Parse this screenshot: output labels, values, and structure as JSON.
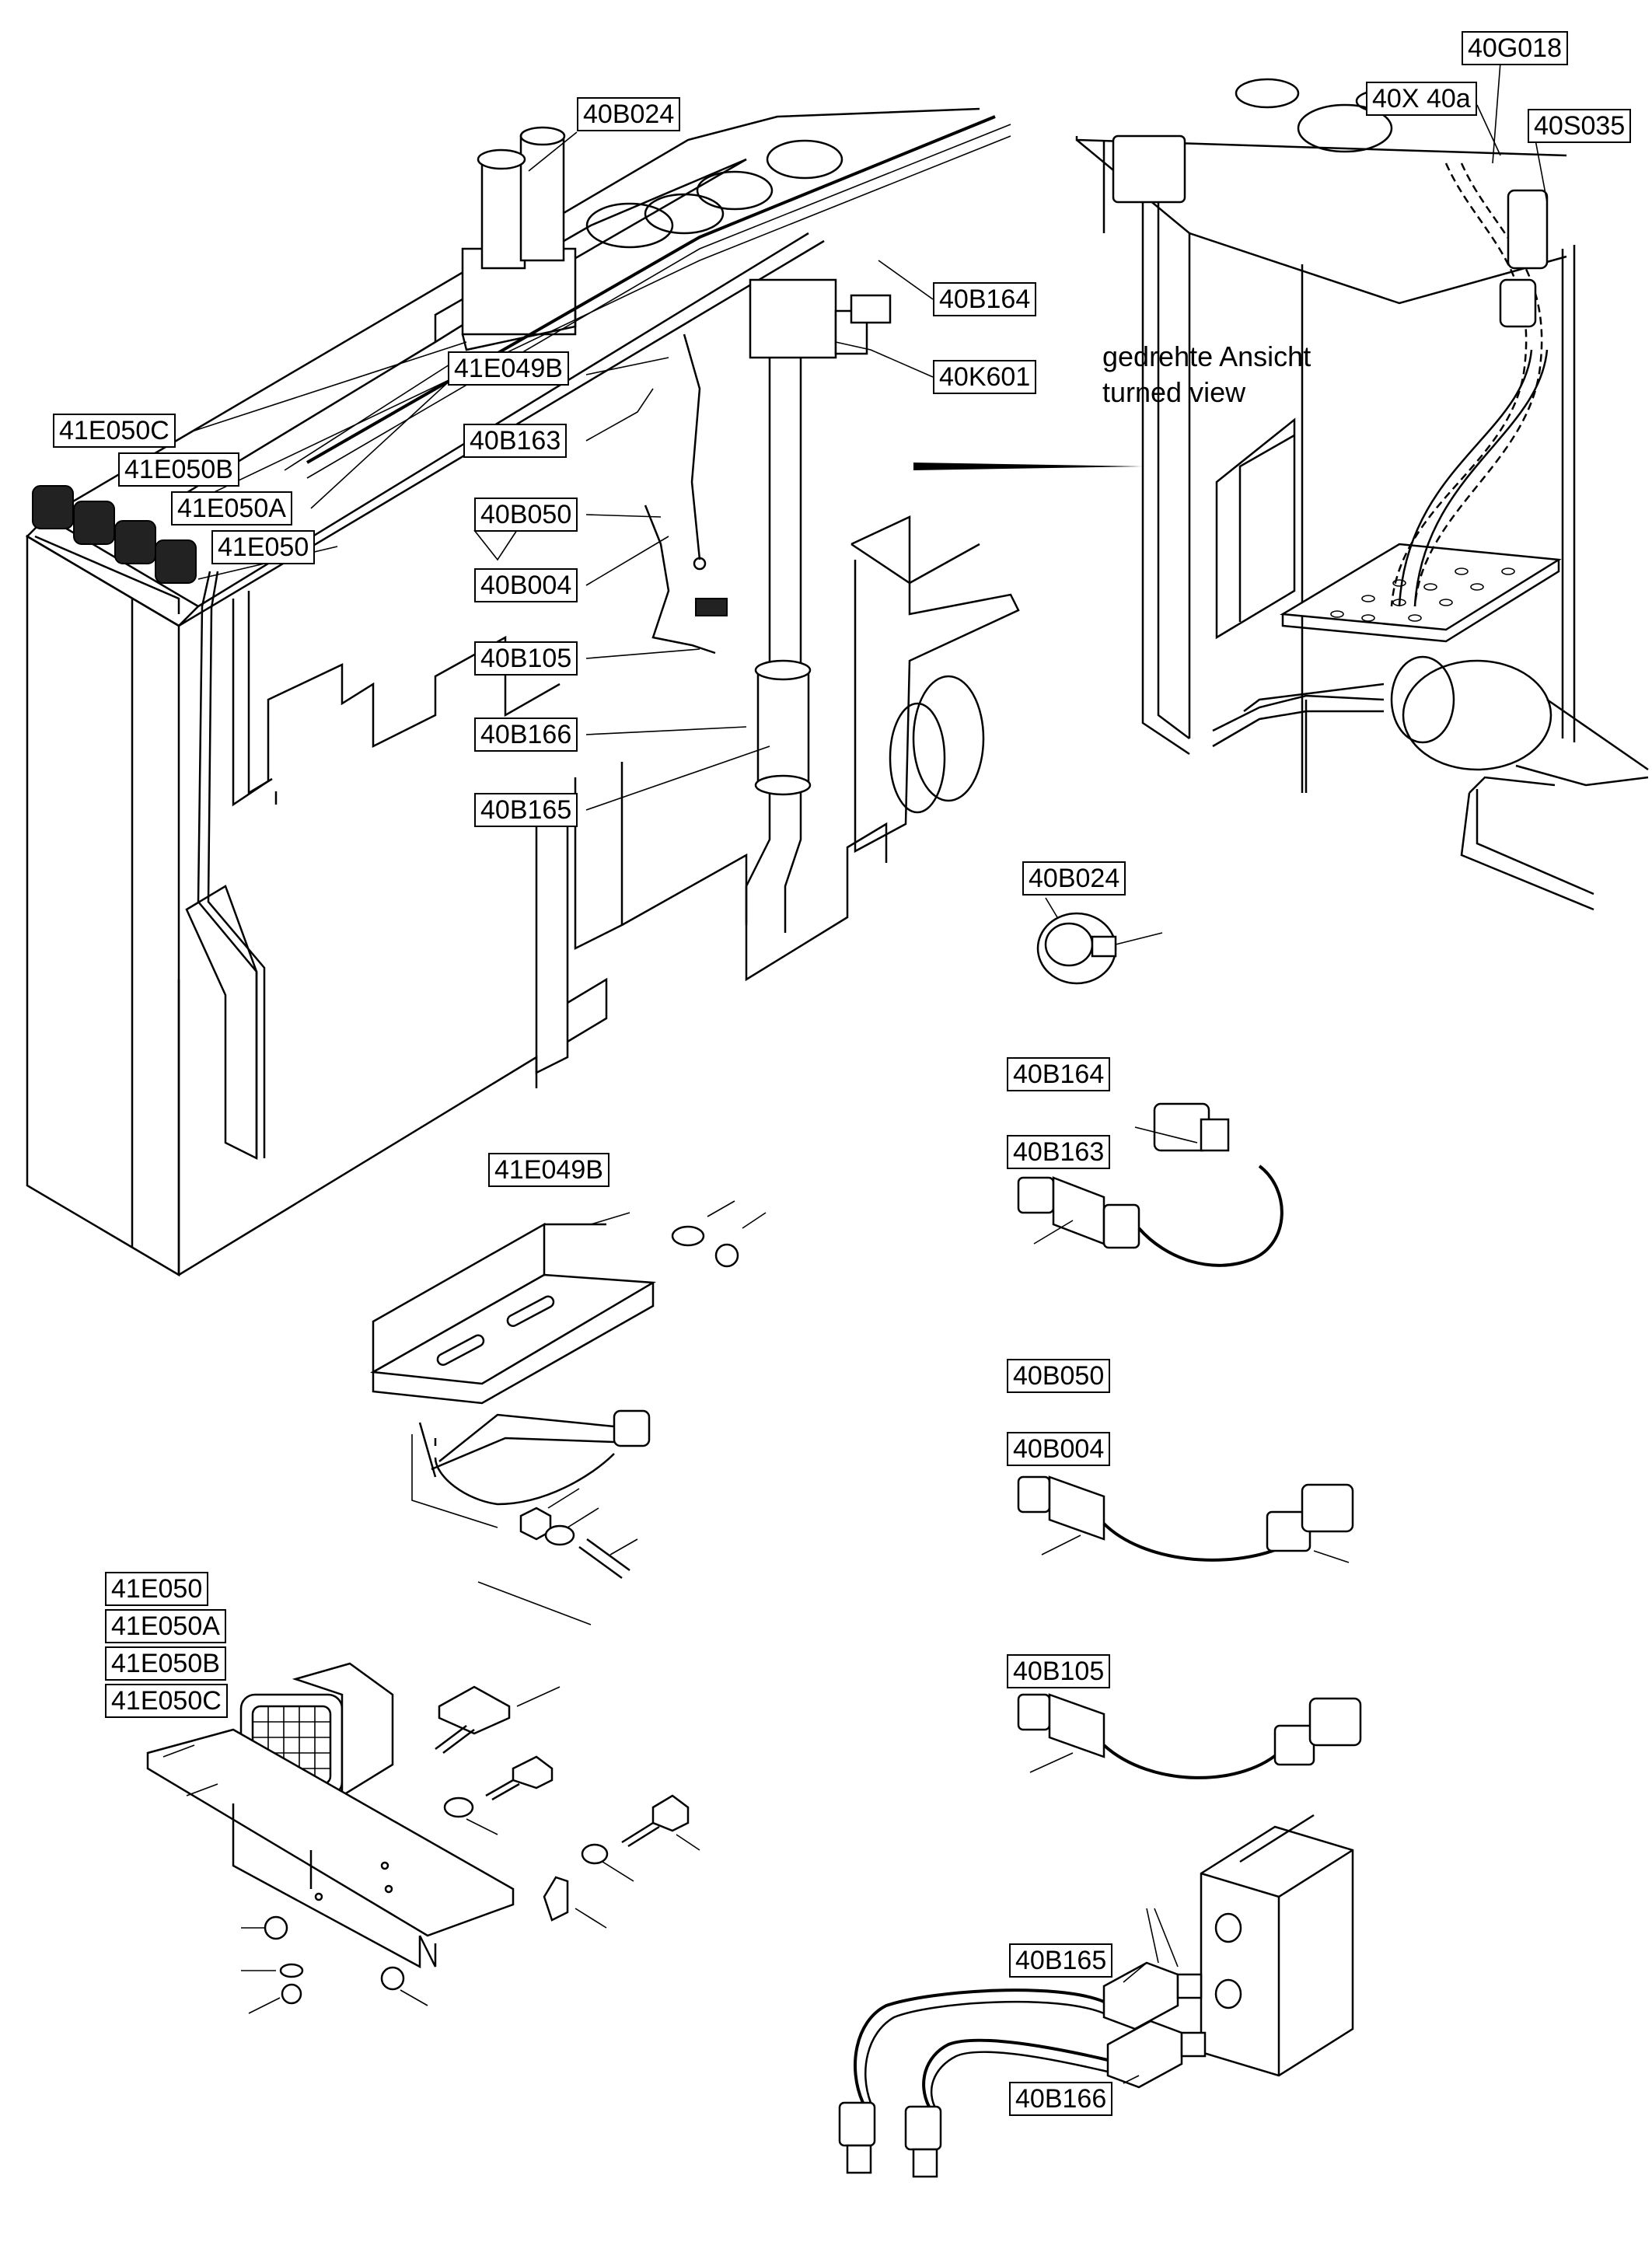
{
  "note": {
    "line1": "gedrehte Ansicht",
    "line2": "turned view"
  },
  "labels": {
    "40B024_top": "40B024",
    "40B164_top": "40B164",
    "40K601": "40K601",
    "41E049B_top": "41E049B",
    "40B163_top": "40B163",
    "41E050C_top": "41E050C",
    "41E050B_top": "41E050B",
    "41E050A_top": "41E050A",
    "41E050_top": "41E050",
    "40B050_top": "40B050",
    "40B004_top": "40B004",
    "40B105_top": "40B105",
    "40B166_top": "40B166",
    "40B165_top": "40B165",
    "40G018": "40G018",
    "40X_40a": "40X  40a",
    "40S035": "40S035",
    "40B024_detail": "40B024",
    "40B164_detail": "40B164",
    "40B163_detail": "40B163",
    "41E049B_detail": "41E049B",
    "40B050_detail": "40B050",
    "40B004_detail": "40B004",
    "40B105_detail": "40B105",
    "41E050_detail": "41E050",
    "41E050A_detail": "41E050A",
    "41E050B_detail": "41E050B",
    "41E050C_detail": "41E050C",
    "40B165_detail": "40B165",
    "40B166_detail": "40B166"
  }
}
